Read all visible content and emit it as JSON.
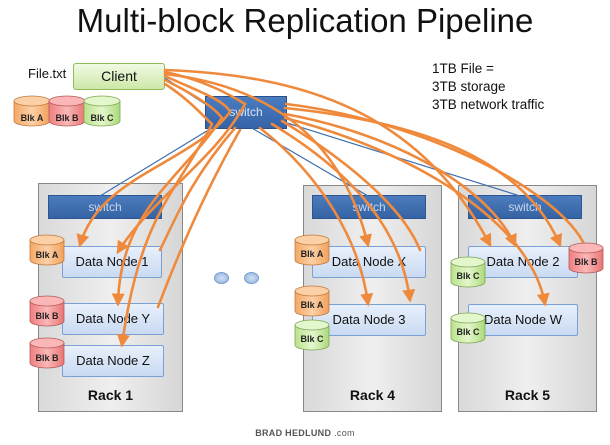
{
  "title": "Multi-block Replication Pipeline",
  "note": {
    "line1": "1TB File =",
    "line2": "3TB storage",
    "line3": "3TB network traffic"
  },
  "file_label": "File.txt",
  "client_label": "Client",
  "client_blocks": [
    "Blk A",
    "Blk B",
    "Blk C"
  ],
  "main_switch_label": "switch",
  "rack_switch_label": "switch",
  "racks": [
    {
      "label": "Rack 1",
      "nodes": [
        "Data Node 1",
        "Data Node Y",
        "Data Node Z"
      ]
    },
    {
      "label": "Rack 4",
      "nodes": [
        "Data Node X",
        "Data Node 3"
      ]
    },
    {
      "label": "Rack 5",
      "nodes": [
        "Data Node 2",
        "Data Node W"
      ]
    }
  ],
  "stored_blocks": {
    "node1": "Blk A",
    "nodeY": "Blk B",
    "nodeZ": "Blk B",
    "nodeX": "Blk A",
    "node3_top": "Blk A",
    "node3_bottom": "Blk C",
    "node2_left": "Blk C",
    "node2_right": "Blk B",
    "nodeW": "Blk C"
  },
  "footer": {
    "brand": "BRAD HEDLUND",
    "suffix": " .com"
  },
  "colors": {
    "blk_a": "#f7b57a",
    "blk_b": "#f28e8e",
    "blk_c": "#c6e99a",
    "arrow": "#ef8a3c",
    "link": "#3e6fb0",
    "switch": "#3c6bae"
  }
}
